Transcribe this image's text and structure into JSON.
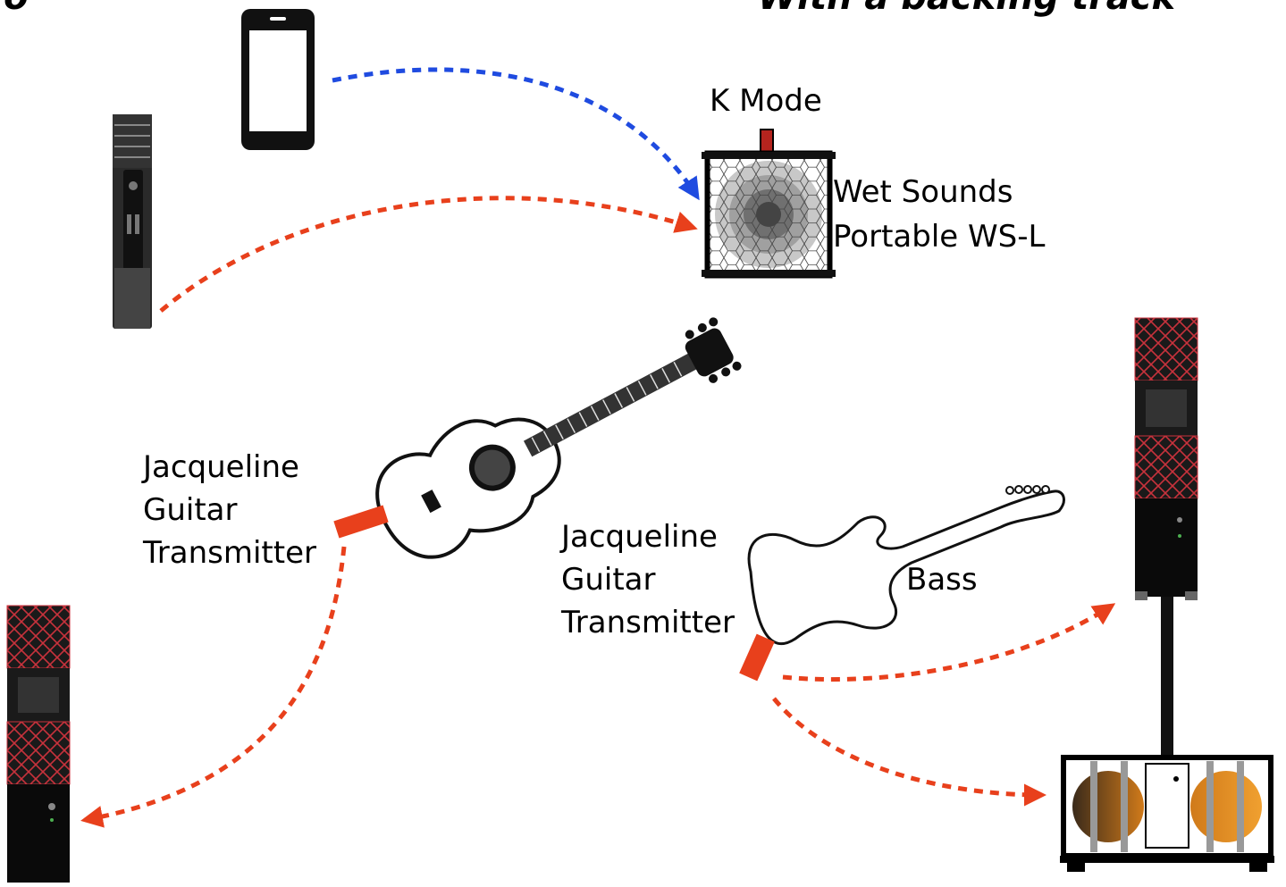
{
  "title_left_fragment": "To",
  "title_right": "With a backing track",
  "k_mode_label": "K Mode",
  "speaker_label_line1": "Wet Sounds",
  "speaker_label_line2": "Portable WS-L",
  "transmitter_left": [
    "Jacqueline",
    "Guitar",
    "Transmitter"
  ],
  "transmitter_right": [
    "Jacqueline",
    "Guitar",
    "Transmitter"
  ],
  "bass_label": "Bass",
  "colors": {
    "bluetooth_arrow": "#1f4be0",
    "wireless_arrow": "#e8401c",
    "transmitter": "#e8401c",
    "speaker_grille": "#c8323c",
    "k_mode_knob": "#b5241e",
    "sub_cone": "#e8901c"
  }
}
